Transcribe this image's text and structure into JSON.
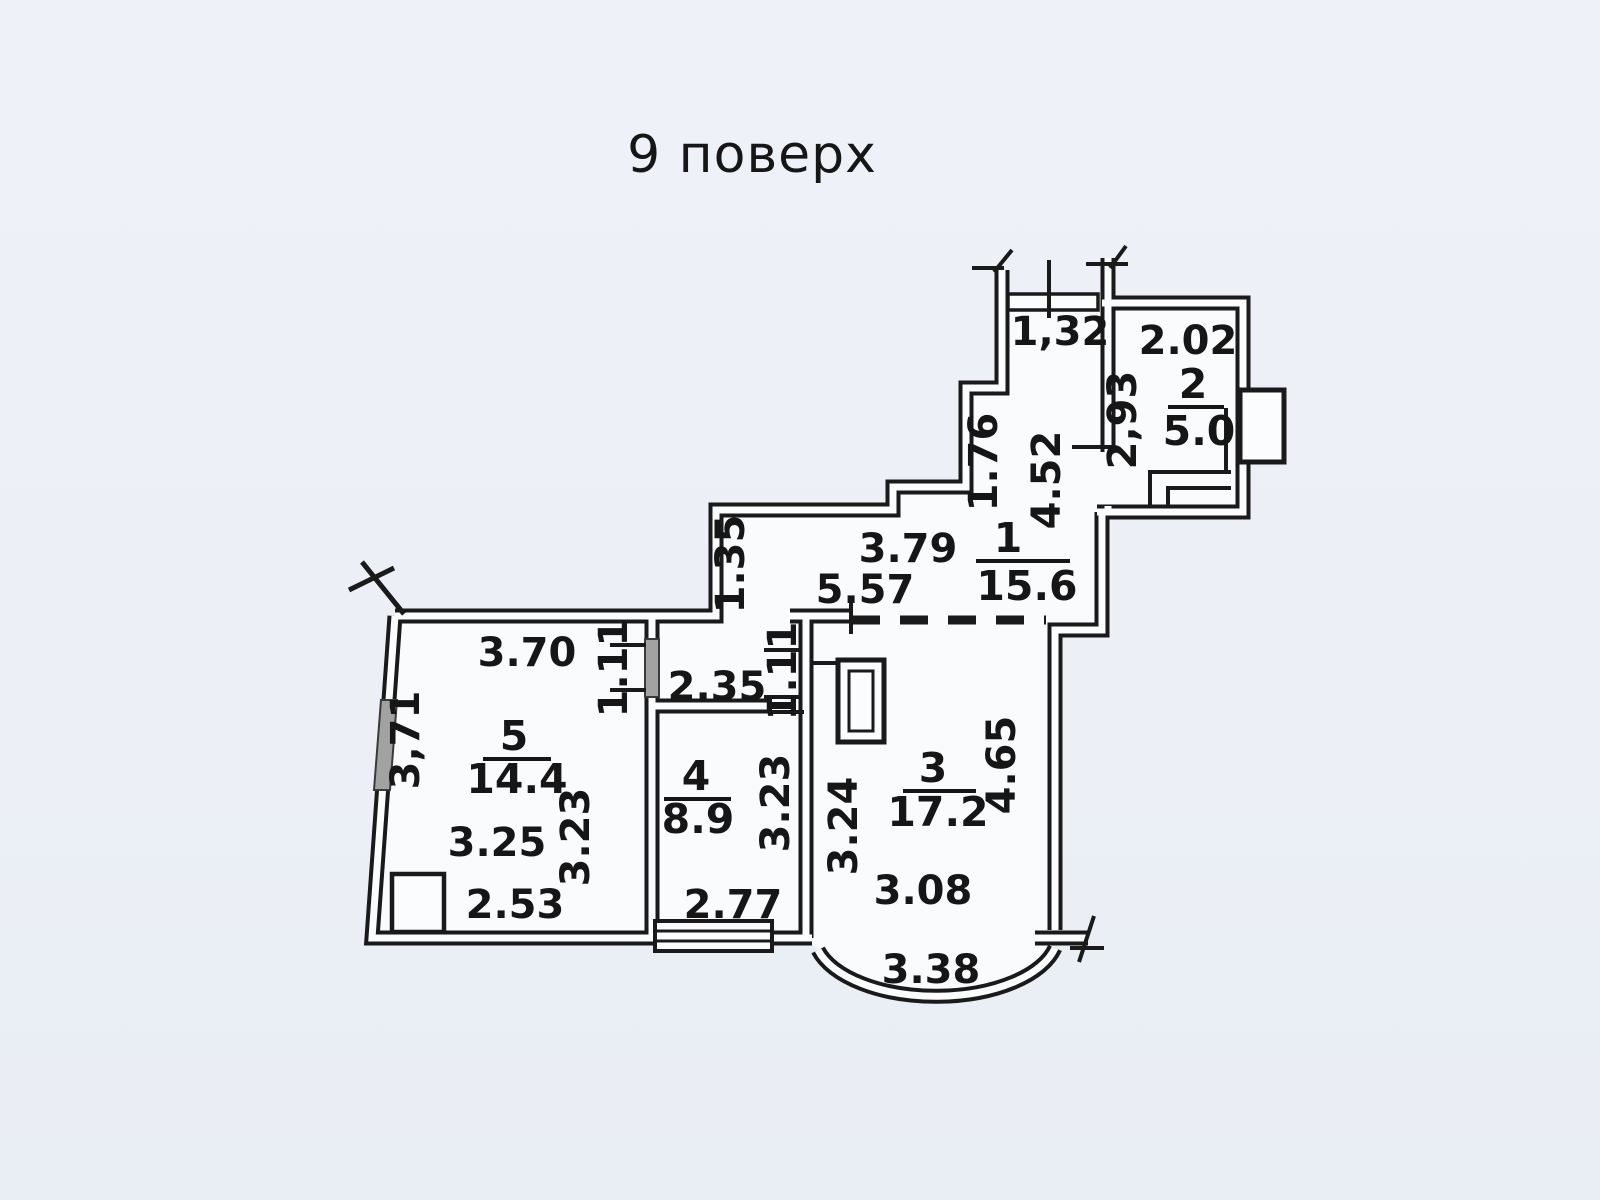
{
  "title": "9 поверх",
  "colors": {
    "background": "#edf0f6",
    "paper": "#fafbfd",
    "wall": "#1a1a1a",
    "wall_core": "#fbfcfe",
    "window_block": "#a2a2a2",
    "text": "#161616"
  },
  "rooms": [
    {
      "number": "1",
      "area": "15.6"
    },
    {
      "number": "2",
      "area": "5.0"
    },
    {
      "number": "3",
      "area": "17.2"
    },
    {
      "number": "4",
      "area": "8.9"
    },
    {
      "number": "5",
      "area": "14.4"
    }
  ],
  "dimensions": {
    "entry_width": "1,32",
    "room2_width": "2.02",
    "room2_depth": "2,93",
    "hall_width_upper": "1.76",
    "hall_length": "4.52",
    "room1_top": "3.79",
    "room1_width": "5.57",
    "room1_left": "1.35",
    "room5_top": "3.70",
    "room5_door": "1.11",
    "corridor_width": "2.35",
    "room4_door": "1.11",
    "room5_left": "3,71",
    "room5_width": "3.25",
    "room5_right": "3.23",
    "room5_bottom": "2.53",
    "room4_right": "3.23",
    "room4_bottom": "2.77",
    "room3_left": "3.24",
    "room3_right": "4.65",
    "room3_width": "3.08",
    "room3_bay": "3.38"
  }
}
